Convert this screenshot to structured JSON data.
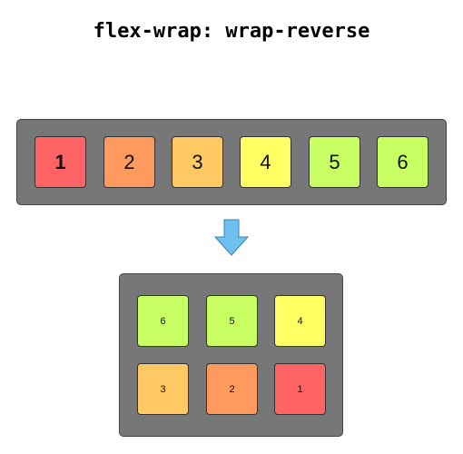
{
  "title": "flex-wrap: wrap-reverse",
  "colors": {
    "container": "#777777",
    "arrow": "#6ec0ee"
  },
  "source": {
    "items": [
      {
        "label": "1",
        "color": "#ff6363"
      },
      {
        "label": "2",
        "color": "#ff9a5e"
      },
      {
        "label": "3",
        "color": "#ffc862"
      },
      {
        "label": "4",
        "color": "#ffff63"
      },
      {
        "label": "5",
        "color": "#c8ff63"
      },
      {
        "label": "6",
        "color": "#c8ff63"
      }
    ]
  },
  "result": {
    "rows": [
      [
        {
          "label": "6",
          "color": "#c8ff63"
        },
        {
          "label": "5",
          "color": "#c8ff63"
        },
        {
          "label": "4",
          "color": "#ffff63"
        }
      ],
      [
        {
          "label": "3",
          "color": "#ffc862"
        },
        {
          "label": "2",
          "color": "#ff9a5e"
        },
        {
          "label": "1",
          "color": "#ff6363"
        }
      ]
    ]
  }
}
